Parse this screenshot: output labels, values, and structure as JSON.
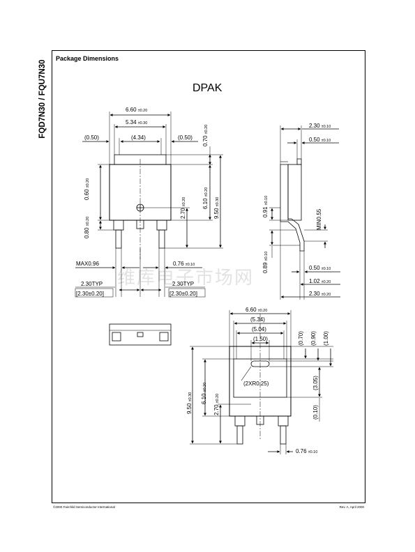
{
  "side_title": "FQD7N30 / FQU7N30",
  "section_title": "Package Dimensions",
  "package_name": "DPAK",
  "watermark": "维库电子市场网",
  "footer": {
    "copyright": "©2000 Fairchild Semiconductor International",
    "revision": "Rev. A, April 2000"
  },
  "front_view": {
    "width_overall": {
      "value": "6.60",
      "tol": "±0.20"
    },
    "width_tab": {
      "value": "5.34",
      "tol": "±0.30"
    },
    "tab_left": "(0.50)",
    "tab_center": "(4.34)",
    "tab_right": "(0.50)",
    "tab_height": {
      "value": "0.70",
      "tol": "±0.20"
    },
    "left_upper": {
      "value": "0.60",
      "tol": "±0.20"
    },
    "left_lower": {
      "value": "0.80",
      "tol": "±0.20"
    },
    "body_inner": {
      "value": "2.70",
      "tol": "±0.20"
    },
    "body_height": {
      "value": "6.10",
      "tol": "±0.20"
    },
    "total_height": {
      "value": "9.50",
      "tol": "±0.30"
    },
    "lead_max": "MAX0.96",
    "lead_width": {
      "value": "0.76",
      "tol": "±0.10"
    },
    "pitch_left": "2.30TYP",
    "pitch_left_tol": "[2.30±0.20]",
    "pitch_right": "2.30TYP",
    "pitch_right_tol": "[2.30±0.20]"
  },
  "side_view": {
    "top_thickness": {
      "value": "2.30",
      "tol": "±0.10"
    },
    "top_tab": {
      "value": "0.50",
      "tol": "±0.10"
    },
    "standoff": {
      "value": "0.91",
      "tol": "±0.10"
    },
    "min": "MIN0.55",
    "lead_drop": {
      "value": "0.89",
      "tol": "±0.10"
    },
    "lead_thk": {
      "value": "0.50",
      "tol": "±0.10"
    },
    "lead_len": {
      "value": "1.02",
      "tol": "±0.20"
    },
    "bottom_thickness": {
      "value": "2.30",
      "tol": "±0.20"
    }
  },
  "bottom_view": {
    "width_overall": {
      "value": "6.60",
      "tol": "±0.20"
    },
    "w_534": "(5.34)",
    "w_504": "(5.04)",
    "w_150": "(1.50)",
    "d_070": "(0.70)",
    "d_090": "(0.90)",
    "d_100": "(1.00)",
    "radius": "(2XR0.25)",
    "d_305": "(3.05)",
    "d_010": "(0.10)",
    "total_height": {
      "value": "9.50",
      "tol": "±0.30"
    },
    "body_height": {
      "value": "6.10",
      "tol": "±0.20"
    },
    "inner": {
      "value": "2.70",
      "tol": "±0.20"
    },
    "lead_width": {
      "value": "0.76",
      "tol": "±0.10"
    }
  }
}
